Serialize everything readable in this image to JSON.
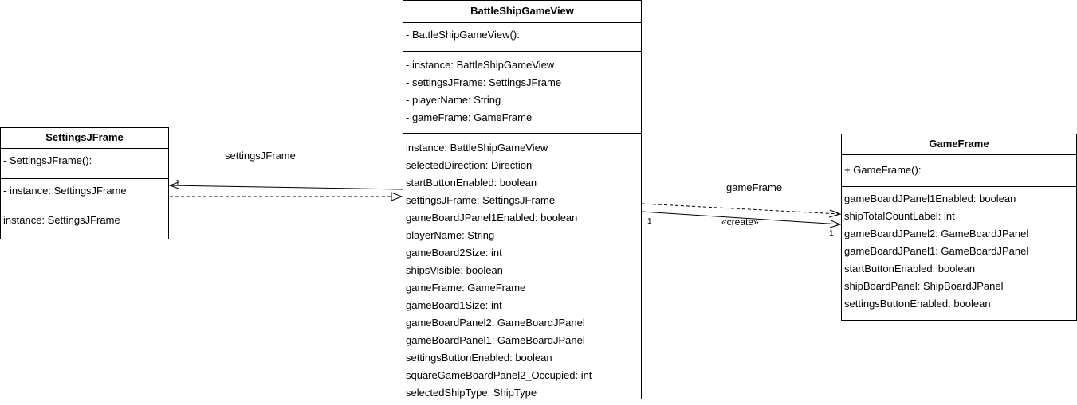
{
  "classes": {
    "settings": {
      "name": "SettingsJFrame",
      "constructors": [
        "- SettingsJFrame():"
      ],
      "fields": [
        "- instance: SettingsJFrame"
      ],
      "properties": [
        "instance: SettingsJFrame"
      ]
    },
    "battleship": {
      "name": "BattleShipGameView",
      "constructors": [
        "- BattleShipGameView():"
      ],
      "fields": [
        "- instance: BattleShipGameView",
        "- settingsJFrame: SettingsJFrame",
        "- playerName: String",
        "- gameFrame: GameFrame"
      ],
      "properties": [
        "instance: BattleShipGameView",
        "selectedDirection: Direction",
        "startButtonEnabled: boolean",
        "settingsJFrame: SettingsJFrame",
        "gameBoardJPanel1Enabled: boolean",
        "playerName: String",
        "gameBoard2Size: int",
        "shipsVisible: boolean",
        "gameFrame: GameFrame",
        "gameBoard1Size: int",
        "gameBoardPanel2: GameBoardJPanel",
        "gameBoardPanel1: GameBoardJPanel",
        "settingsButtonEnabled: boolean",
        "squareGameBoardPanel2_Occupied: int",
        "selectedShipType: ShipType"
      ]
    },
    "gameframe": {
      "name": "GameFrame",
      "constructors": [
        "+ GameFrame():"
      ],
      "properties": [
        "gameBoardJPanel1Enabled: boolean",
        "shipTotalCountLabel: int",
        "gameBoardJPanel2: GameBoardJPanel",
        "gameBoardJPanel1: GameBoardJPanel",
        "startButtonEnabled: boolean",
        "shipBoardPanel: ShipBoardJPanel",
        "settingsButtonEnabled: boolean"
      ]
    }
  },
  "edges": {
    "settings_assoc": {
      "label": "settingsJFrame",
      "multiplicity": "1"
    },
    "gameframe_assoc": {
      "label": "gameFrame",
      "source_multiplicity": "1",
      "target_multiplicity": "1",
      "stereotype": "«create»"
    }
  }
}
